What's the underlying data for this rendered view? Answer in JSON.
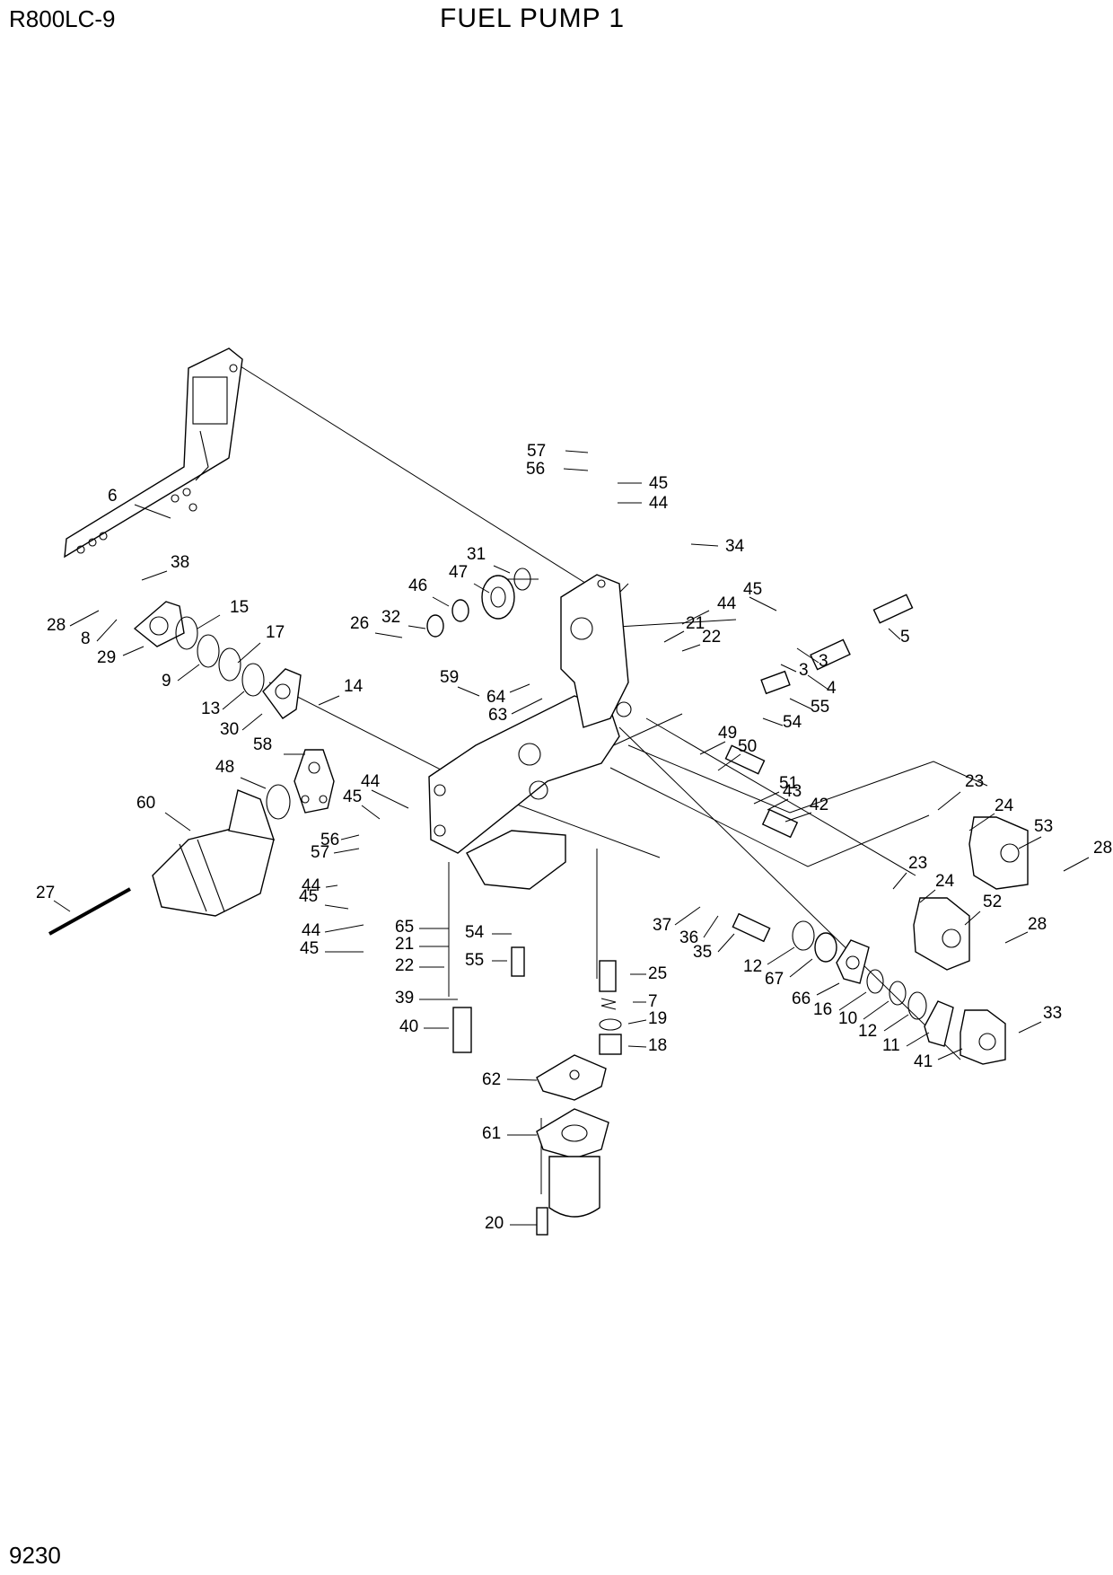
{
  "header": {
    "model": "R800LC-9",
    "title": "FUEL PUMP 1"
  },
  "footer": {
    "page_number": "9230"
  },
  "callouts": [
    "57",
    "56",
    "45",
    "44",
    "34",
    "31",
    "47",
    "46",
    "32",
    "26",
    "38",
    "6",
    "28",
    "8",
    "29",
    "15",
    "9",
    "17",
    "13",
    "14",
    "30",
    "45",
    "44",
    "3",
    "5",
    "4",
    "3",
    "21",
    "22",
    "64",
    "63",
    "55",
    "54",
    "59",
    "58",
    "48",
    "60",
    "44",
    "45",
    "56",
    "57",
    "44",
    "45",
    "44",
    "45",
    "27",
    "49",
    "50",
    "51",
    "43",
    "42",
    "23",
    "24",
    "53",
    "28",
    "23",
    "24",
    "52",
    "28",
    "65",
    "21",
    "22",
    "39",
    "40",
    "54",
    "55",
    "25",
    "7",
    "19",
    "18",
    "37",
    "36",
    "35",
    "12",
    "67",
    "66",
    "16",
    "10",
    "12",
    "11",
    "33",
    "41",
    "62",
    "61",
    "20"
  ]
}
